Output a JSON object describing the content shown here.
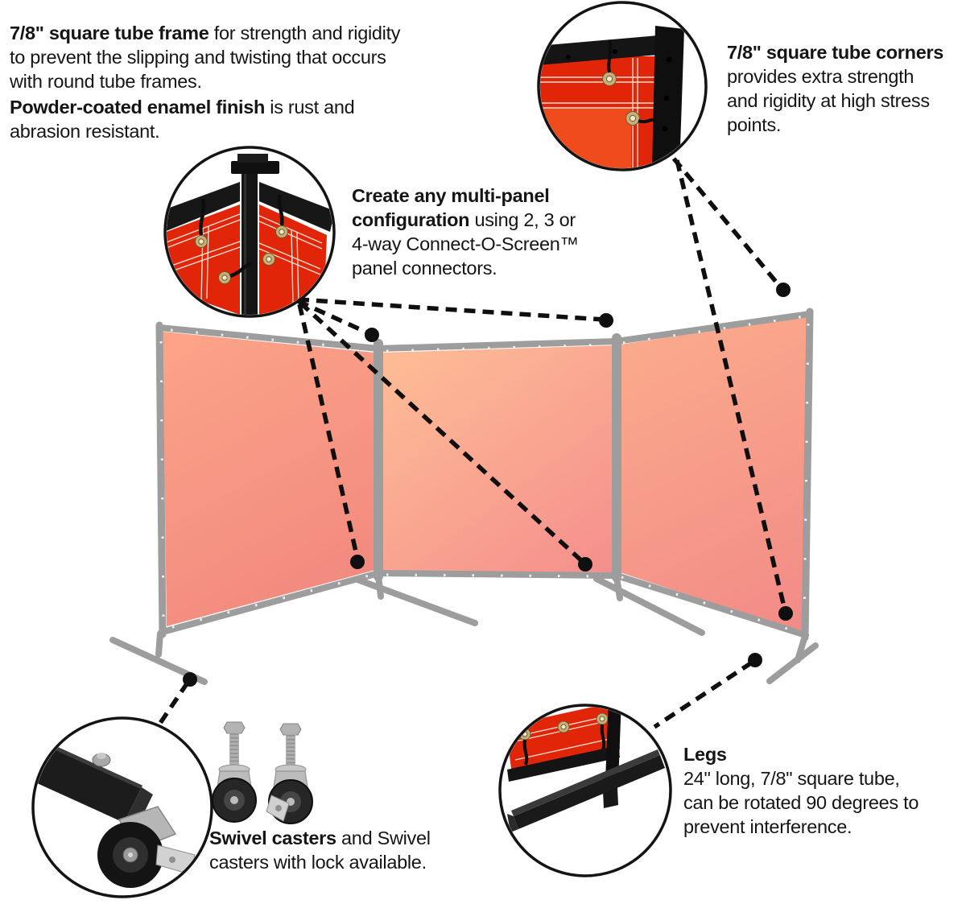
{
  "product": {
    "illustration": "three-panel welding screen with gray tube frame and salmon translucent panels",
    "detail_views": [
      "square-tube-corner",
      "panel-connector",
      "swivel-caster",
      "t-leg"
    ]
  },
  "colors": {
    "vinyl_red": "#e02508",
    "vinyl_red_inner": "#ef4b1d",
    "panel_salmon_light": "#fdbb95",
    "panel_salmon_dark": "#f28b87",
    "frame_gray": "#9d9d9d",
    "hardware_black": "#151515",
    "callout_line": "#0f0f0f",
    "grommet_brass": "#c7b077"
  },
  "callouts": {
    "frame": {
      "lines": [
        {
          "b": "7/8\" square tube frame",
          "t": " for strength and rigidity"
        },
        {
          "t": "to prevent the slipping and twisting that occurs"
        },
        {
          "t": "with round tube frames."
        }
      ]
    },
    "finish": {
      "lines": [
        {
          "b": "Powder-coated enamel finish",
          "t": " is rust and"
        },
        {
          "t": "abrasion resistant."
        }
      ]
    },
    "corners": {
      "lines": [
        {
          "b": "7/8\"  square tube corners"
        },
        {
          "t": "provides extra strength"
        },
        {
          "t": "and rigidity at high stress"
        },
        {
          "t": "points."
        }
      ]
    },
    "connectors": {
      "lines": [
        {
          "b": "Create any multi-panel"
        },
        {
          "b": "configuration",
          "t": " using 2, 3 or"
        },
        {
          "t": "4-way Connect-O-Screen™"
        },
        {
          "t": "panel connectors."
        }
      ]
    },
    "casters": {
      "lines": [
        {
          "b": "Swivel casters",
          "t": " and Swivel"
        },
        {
          "t": "casters with lock available."
        }
      ]
    },
    "legs": {
      "lines": [
        {
          "b": "Legs"
        },
        {
          "t": "24\" long, 7/8\" square tube,"
        },
        {
          "t": "can be rotated 90 degrees to"
        },
        {
          "t": "prevent interference."
        }
      ]
    }
  }
}
